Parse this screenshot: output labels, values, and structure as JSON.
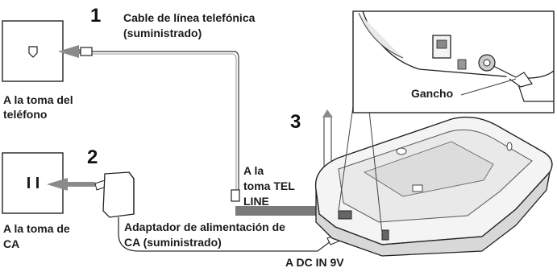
{
  "steps": {
    "one": "1",
    "two": "2",
    "three": "3"
  },
  "labels": {
    "phone_cable_1": "Cable de línea telefónica",
    "phone_cable_2": "(suministrado)",
    "phone_jack_1": "A la toma del",
    "phone_jack_2": "teléfono",
    "tel_line_1": "A la",
    "tel_line_2": "toma TEL",
    "tel_line_3": "LINE",
    "ac_outlet_1": "A la toma de",
    "ac_outlet_2": "CA",
    "adapter_1": "Adaptador de alimentación de",
    "adapter_2": "CA (suministrado)",
    "dc_in": "A DC IN 9V",
    "hook": "Gancho"
  }
}
